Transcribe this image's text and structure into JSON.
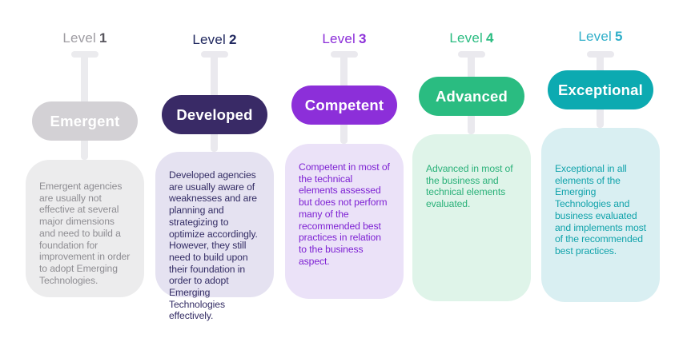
{
  "levels": [
    {
      "level_word": "Level",
      "level_number": "1",
      "name": "Emergent",
      "description": "Emergent agencies are usually not effective at several major dimensions and need to build a foundation for improvement in order to adopt Emerging Technologies.",
      "colors": {
        "label_word": "#9e9ca2",
        "label_number": "#58565e",
        "pill_bg": "#d3d1d5",
        "pill_text": "#ffffff",
        "card_bg": "#ececed",
        "card_text": "#8e8d92",
        "connector": "#ebebee"
      }
    },
    {
      "level_word": "Level",
      "level_number": "2",
      "name": "Developed",
      "description": "Developed agencies are usually aware of weaknesses and are planning and strategizing to optimize accordingly. However, they still need to build upon their foundation in order to adopt Emerging Technologies effectively.",
      "colors": {
        "label_word": "#20285f",
        "label_number": "#20285f",
        "pill_bg": "#392a66",
        "pill_text": "#ffffff",
        "card_bg": "#e5e2f1",
        "card_text": "#332c64",
        "connector": "#eae9ee"
      }
    },
    {
      "level_word": "Level",
      "level_number": "3",
      "name": "Competent",
      "description": "Competent in most of the technical elements assessed but does not perform many of the recommended best practices in relation to the business aspect.",
      "colors": {
        "label_word": "#8c2fd9",
        "label_number": "#8c2fd9",
        "pill_bg": "#8c2fd9",
        "pill_text": "#ffffff",
        "card_bg": "#ebe2f8",
        "card_text": "#7e22d3",
        "connector": "#eae9ee"
      }
    },
    {
      "level_word": "Level",
      "level_number": "4",
      "name": "Advanced",
      "description": "Advanced in most of the business and technical elements evaluated.",
      "colors": {
        "label_word": "#2abc81",
        "label_number": "#2abc81",
        "pill_bg": "#2abc81",
        "pill_text": "#ffffff",
        "card_bg": "#dff4e9",
        "card_text": "#2ab179",
        "connector": "#eae9ee"
      }
    },
    {
      "level_word": "Level",
      "level_number": "5",
      "name": "Exceptional",
      "description": "Exceptional in all elements of the Emerging Technologies and business evaluated and implements most of the recommended best practices.",
      "colors": {
        "label_word": "#30afc9",
        "label_number": "#30afc9",
        "pill_bg": "#0caab1",
        "pill_text": "#ffffff",
        "card_bg": "#d9eff2",
        "card_text": "#11a3ab",
        "connector": "#eae9ee"
      }
    }
  ]
}
